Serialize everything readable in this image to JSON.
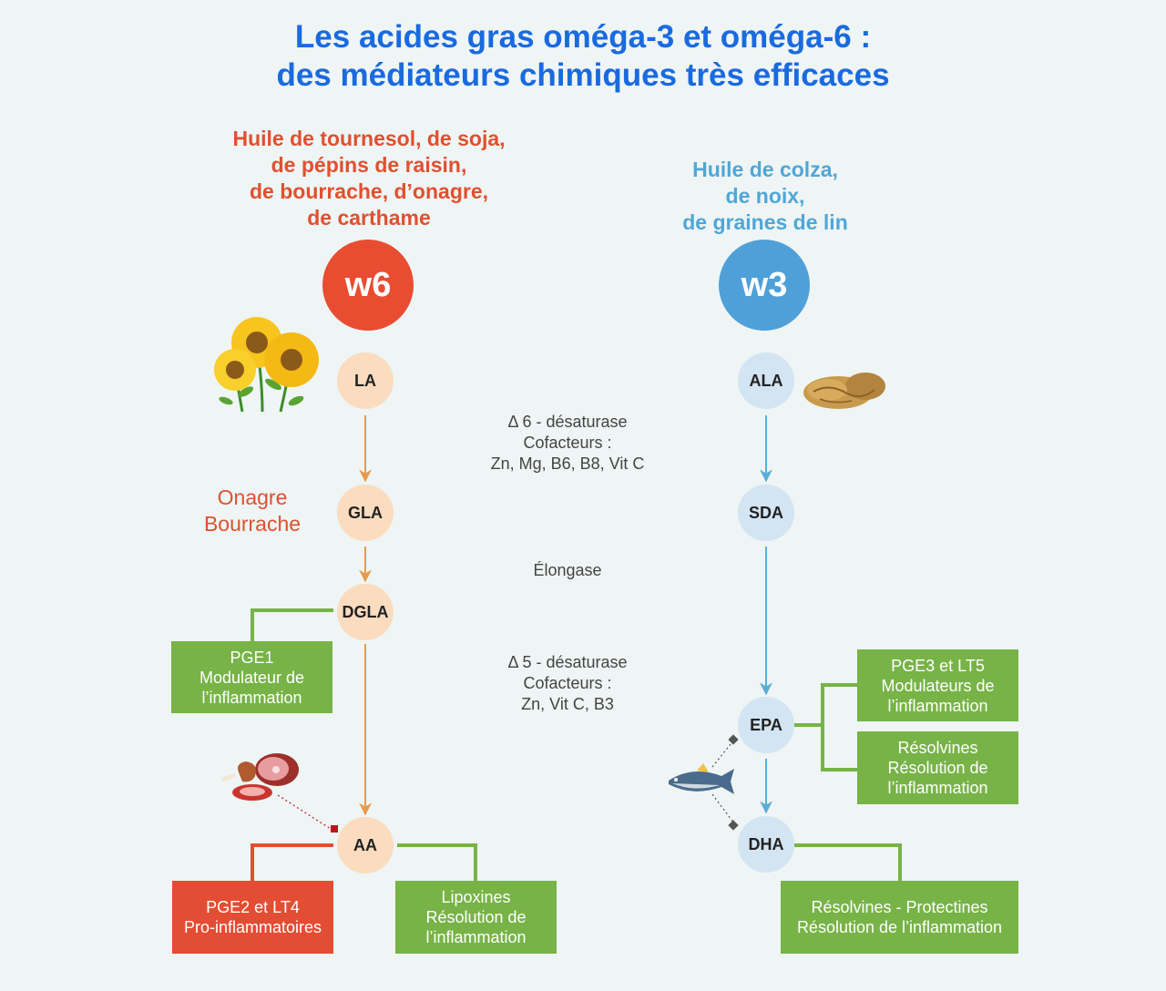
{
  "title": {
    "line1": "Les acides gras oméga-3 et oméga-6 :",
    "line2": "des médiateurs chimiques très efficaces"
  },
  "omega6": {
    "sources": [
      "Huile de tournesol, de soja,",
      "de pépins de raisin,",
      "de bourrache, d’onagre,",
      "de carthame"
    ],
    "circle_label": "w6",
    "nodes": [
      "LA",
      "GLA",
      "DGLA",
      "AA"
    ],
    "side_label": [
      "Onagre",
      "Bourrache"
    ],
    "boxes": {
      "pge1": [
        "PGE1",
        "Modulateur de",
        "l’inflammation"
      ],
      "pge2": [
        "PGE2 et  LT4",
        "Pro-inflammatoires"
      ],
      "lipoxines": [
        "Lipoxines",
        "Résolution de",
        "l’inflammation"
      ]
    }
  },
  "omega3": {
    "sources": [
      "Huile de colza,",
      "de noix,",
      "de graines de lin"
    ],
    "circle_label": "w3",
    "nodes": [
      "ALA",
      "SDA",
      "EPA",
      "DHA"
    ],
    "boxes": {
      "pge3": [
        "PGE3 et LT5",
        "Modulateurs de",
        "l’inflammation"
      ],
      "resolvines": [
        "Résolvines",
        "Résolution de",
        "l’inflammation"
      ],
      "protectines": [
        "Résolvines - Protectines",
        "Résolution de l’inflammation"
      ]
    }
  },
  "enzymes": {
    "delta6": [
      "Δ 6 - désaturase",
      "Cofacteurs :",
      "Zn, Mg, B6, B8, Vit C"
    ],
    "elongase": "Élongase",
    "delta5": [
      "Δ 5 - désaturase",
      "Cofacteurs :",
      "Zn, Vit C, B3"
    ]
  },
  "illustrations": [
    "sunflower-illustration",
    "walnut-illustration",
    "meat-illustration",
    "fish-illustration"
  ],
  "colors": {
    "title": "#1a6ae0",
    "omega6": "#e0502f",
    "omega3": "#4fa6d8",
    "omega6_node": "#fbdcbf",
    "omega3_node": "#d3e4f2",
    "omega6_arrow": "#e69a4d",
    "omega3_arrow": "#5aaed6",
    "green_box": "#77b347",
    "red_box": "#e34d33",
    "background": "#eef5f4"
  }
}
